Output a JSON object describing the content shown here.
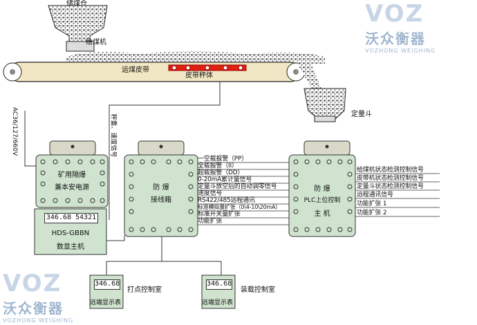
{
  "labels": {
    "bunker": "储煤仓",
    "feeder": "给煤机",
    "conveyor": "运煤皮带",
    "belt_scale": "皮带秤体",
    "quantitative_hopper": "定量斗",
    "ac_voltage": "AC36/127/660V",
    "weigh_signal": "秤重、速度信号"
  },
  "power_box": {
    "line1": "矿用隔爆",
    "line2": "兼本安电源"
  },
  "display_host": {
    "reading": "346.68 54321",
    "line1": "HDS-GBBN",
    "line2": "数显主机"
  },
  "junction_box": {
    "line1": "防 爆",
    "line2": "接线箱"
  },
  "plc_host": {
    "line1": "防 爆",
    "line2": "PLC上位控制",
    "line3": "主 机"
  },
  "middle_signals": [
    "一空载报警（PP）",
    "全载报警（II）",
    "超载报警（DD）",
    "0-20mA累计量信号",
    "定量斗放空后的自动调零信号",
    "速度信号",
    "RS422/485远程通讯",
    "标准模拟量扩张（0\\4-10\\20mA）",
    "标准开关量扩张",
    "功能扩张"
  ],
  "right_signals": [
    "给煤机状态检测控制信号",
    "皮带机状态检测控制信号",
    "定量斗状态检测控制信号",
    "远程通讯信号",
    "功能扩张 1",
    "功能扩张 2"
  ],
  "remote_displays": [
    {
      "reading": "346.68",
      "label": "远端显示表",
      "room": "打点控制室"
    },
    {
      "reading": "346.68",
      "label": "远端显示表",
      "room": "装载控制室"
    }
  ],
  "brand": {
    "mark": "VOZ",
    "name_cn": "沃众衡器",
    "name_en": "VOZHONG WEIGHING"
  },
  "colors": {
    "panel_fill": "#cfe3cf",
    "belt_fill": "#f2e7c4",
    "scale_red": "#e02010",
    "cabinet_top": "#d9d9c9",
    "watermark": "#c7d5e6"
  }
}
